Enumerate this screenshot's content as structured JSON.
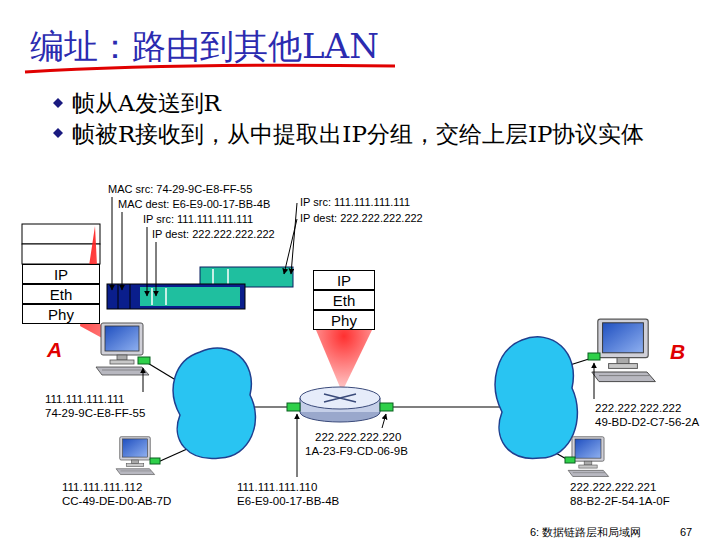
{
  "diagram": {
    "title": "编址：路由到其他LAN",
    "nodes": [
      {
        "text": [
          "IP"
        ]
      },
      {
        "text": [
          "Eth"
        ]
      },
      {
        "text": [
          "Phy"
        ]
      },
      {
        "text": [
          "IP"
        ]
      },
      {
        "text": [
          "Eth"
        ]
      },
      {
        "text": [
          "Phy"
        ]
      }
    ],
    "labels": [
      "帧从A发送到R",
      "帧被R接收到，从中提取出IP分组，交给上层IP协议实体",
      "MAC src: 74-29-9C-E8-FF-55",
      "MAC dest: E6-E9-00-17-BB-4B",
      "IP src: 111.111.111.111",
      "IP dest: 222.222.222.222",
      "IP src: 111.111.111.111",
      "IP dest: 222.222.222.222",
      "A",
      "111.111.111.111",
      "74-29-9C-E8-FF-55",
      "111.111.111.112",
      "CC-49-DE-D0-AB-7D",
      "111.111.111.110",
      "E6-E9-00-17-BB-4B",
      "222.222.222.220",
      "1A-23-F9-CD-06-9B",
      "B",
      "222.222.222.222",
      "49-BD-D2-C7-56-2A",
      "222.222.222.221",
      "88-B2-2F-54-1A-0F",
      "6: 数据链路层和局域网",
      "67"
    ]
  }
}
